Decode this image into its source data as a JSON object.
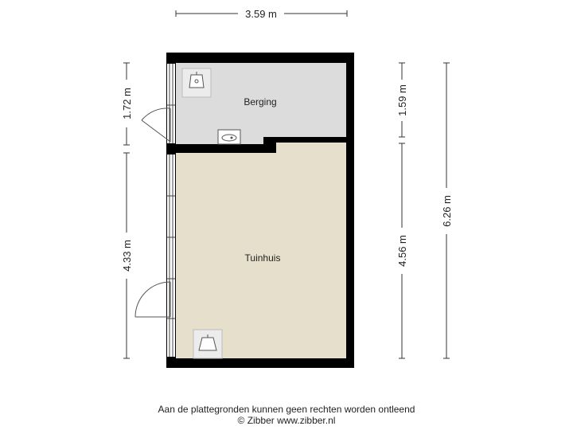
{
  "dimensions": {
    "top_width": "3.59 m",
    "left_upper": "1.72 m",
    "left_lower": "4.33 m",
    "right_upper": "1.59 m",
    "right_lower": "4.56 m",
    "right_total": "6.26 m"
  },
  "rooms": {
    "berging": "Berging",
    "tuinhuis": "Tuinhuis"
  },
  "colors": {
    "wall": "#000000",
    "berging_floor": "#dcdcdc",
    "tuinhuis_floor": "#e6dfcb",
    "dimension_line": "#333333"
  },
  "icons": [
    "lamp-icon",
    "washbasin-icon"
  ],
  "footer": {
    "disclaimer": "Aan de plattegronden kunnen geen rechten worden ontleend",
    "copyright": "© Zibber www.zibber.nl"
  }
}
